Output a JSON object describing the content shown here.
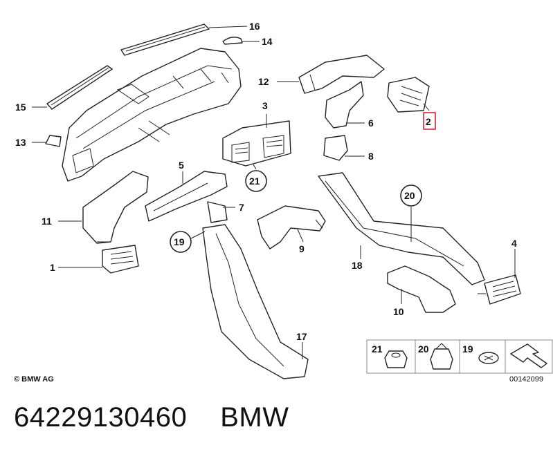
{
  "copyright": "© BMW AG",
  "drawing_number": "00142099",
  "part_number": "64229130460",
  "brand": "BMW",
  "highlighted_callout": "2",
  "callouts": [
    "1",
    "2",
    "3",
    "4",
    "5",
    "6",
    "7",
    "8",
    "9",
    "10",
    "11",
    "12",
    "13",
    "14",
    "15",
    "16",
    "17",
    "18",
    "19",
    "20",
    "21"
  ],
  "legend": [
    "21",
    "20",
    "19"
  ],
  "colors": {
    "highlight": "#e0213a",
    "line": "#222222"
  }
}
